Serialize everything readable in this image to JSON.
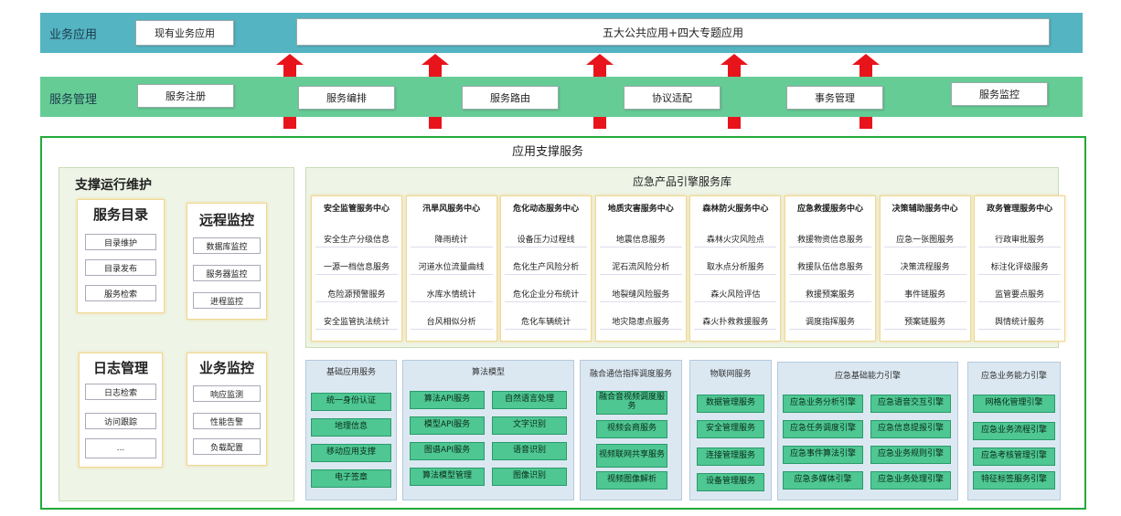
{
  "top_band": {
    "label": "业务应用",
    "box1": "现有业务应用",
    "box2": "五大公共应用+四大专题应用"
  },
  "mid_band": {
    "label": "服务管理",
    "items": [
      "服务注册",
      "服务编排",
      "服务路由",
      "协议适配",
      "事务管理",
      "服务监控"
    ]
  },
  "support": {
    "title": "应用支撑服务",
    "ops_title": "支撑运行维护",
    "catalog": {
      "title": "服务目录",
      "items": [
        "目录维护",
        "目录发布",
        "服务检索"
      ]
    },
    "remote": {
      "title": "远程监控",
      "items": [
        "数据库监控",
        "服务器监控",
        "进程监控"
      ]
    },
    "log": {
      "title": "日志管理",
      "items": [
        "日志检索",
        "访问跟踪",
        "..."
      ]
    },
    "biz": {
      "title": "业务监控",
      "items": [
        "响应监测",
        "性能告警",
        "负载配置"
      ]
    }
  },
  "engine_lib": {
    "title": "应急产品引擎服务库",
    "columns": [
      {
        "title": "安全监管服务中心",
        "items": [
          "安全生产分级信息",
          "一源一档信息服务",
          "危险源预警服务",
          "安全监管执法统计"
        ]
      },
      {
        "title": "汛旱风服务中心",
        "items": [
          "降雨统计",
          "河道水位流量曲线",
          "水库水情统计",
          "台风相似分析"
        ]
      },
      {
        "title": "危化动态服务中心",
        "items": [
          "设备压力过程线",
          "危化生产风险分析",
          "危化企业分布统计",
          "危化车辆统计"
        ]
      },
      {
        "title": "地质灾害服务中心",
        "items": [
          "地震信息服务",
          "泥石流风险分析",
          "地裂缝风险服务",
          "地灾隐患点服务"
        ]
      },
      {
        "title": "森林防火服务中心",
        "items": [
          "森林火灾风险点",
          "取水点分析服务",
          "森火风险评估",
          "森火扑救救援服务"
        ]
      },
      {
        "title": "应急救援服务中心",
        "items": [
          "救援物资信息服务",
          "救援队伍信息服务",
          "救援预案服务",
          "调度指挥服务"
        ]
      },
      {
        "title": "决策辅助服务中心",
        "items": [
          "应急一张图服务",
          "决策流程服务",
          "事件链服务",
          "预案链服务"
        ]
      },
      {
        "title": "政务管理服务中心",
        "items": [
          "行政审批服务",
          "标注化评级服务",
          "监管要点服务",
          "舆情统计服务"
        ]
      }
    ]
  },
  "bottom": {
    "base": {
      "title": "基础应用服务",
      "items": [
        "统一身份认证",
        "地理信息",
        "移动应用支撑",
        "电子签章"
      ]
    },
    "algo": {
      "title": "算法模型",
      "left": [
        "算法API服务",
        "模型API服务",
        "图谱API服务",
        "算法模型管理"
      ],
      "right": [
        "自然语言处理",
        "文字识别",
        "语音识别",
        "图像识别"
      ]
    },
    "fusion": {
      "title": "融合通信指挥调度服务",
      "items": [
        "融合音视频调度服务",
        "视频会商服务",
        "视频联网共享服务",
        "视频图像解析"
      ]
    },
    "iot": {
      "title": "物联网服务",
      "items": [
        "数据管理服务",
        "安全管理服务",
        "连接管理服务",
        "设备管理服务"
      ]
    },
    "basic_ability": {
      "title": "应急基础能力引擎",
      "left": [
        "应急业务分析引擎",
        "应急任务调度引擎",
        "应急事件算法引擎",
        "应急多媒体引擎"
      ],
      "right": [
        "应急语音交互引擎",
        "应急信息提报引擎",
        "应急业务规则引擎",
        "应急业务处理引擎"
      ]
    },
    "biz_ability": {
      "title": "应急业务能力引擎",
      "items": [
        "网格化管理引擎",
        "应急业务流程引擎",
        "应急考核管理引擎",
        "特征标签服务引擎"
      ]
    }
  }
}
